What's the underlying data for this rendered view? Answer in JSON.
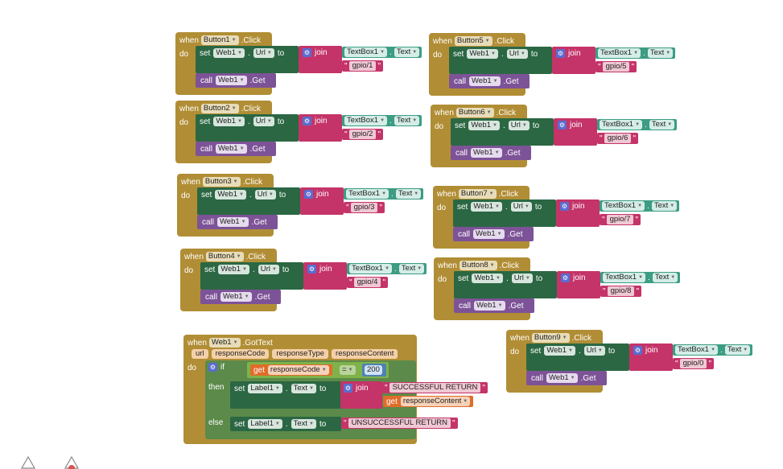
{
  "kw": {
    "when": "when",
    "do": "do",
    "set": "set",
    "to": "to",
    "join": "join",
    "call": "call",
    "dot": ".",
    "if": "if",
    "then": "then",
    "else": "else",
    "get": "get",
    "eq": "=",
    "url": "url",
    "quote": "\""
  },
  "component": {
    "web": "Web1",
    "url_prop": "Url",
    "textbox": "TextBox1",
    "text_prop": "Text",
    "get_method": ".Get",
    "click_event": ".Click"
  },
  "buttons": [
    {
      "name": "Button1",
      "path": "gpio/1"
    },
    {
      "name": "Button2",
      "path": "gpio/2"
    },
    {
      "name": "Button3",
      "path": "gpio/3"
    },
    {
      "name": "Button4",
      "path": "gpio/4"
    },
    {
      "name": "Button5",
      "path": "gpio/5"
    },
    {
      "name": "Button6",
      "path": "gpio/6"
    },
    {
      "name": "Button7",
      "path": "gpio/7"
    },
    {
      "name": "Button8",
      "path": "gpio/8"
    },
    {
      "name": "Button9",
      "path": "gpio/0"
    }
  ],
  "gottext": {
    "component": "Web1",
    "event": ".GotText",
    "params": [
      "url",
      "responseCode",
      "responseType",
      "responseContent"
    ],
    "compare_var": "responseCode",
    "compare_value": "200",
    "label": "Label1",
    "label_prop": "Text",
    "success_text": "SUCCESSFUL RETURN",
    "content_var": "responseContent",
    "fail_text": "UNSUCCESSFUL RETURN"
  },
  "colors": {
    "event": "#b18e35",
    "set": "#2b6743",
    "call": "#7d5397",
    "text": "#c43469",
    "textbox": "#3c9c84",
    "control": "#5b8a4a",
    "variable": "#e06c2a",
    "math": "#4e82b4"
  },
  "icons": [
    "trash-icon",
    "warning-icon"
  ]
}
